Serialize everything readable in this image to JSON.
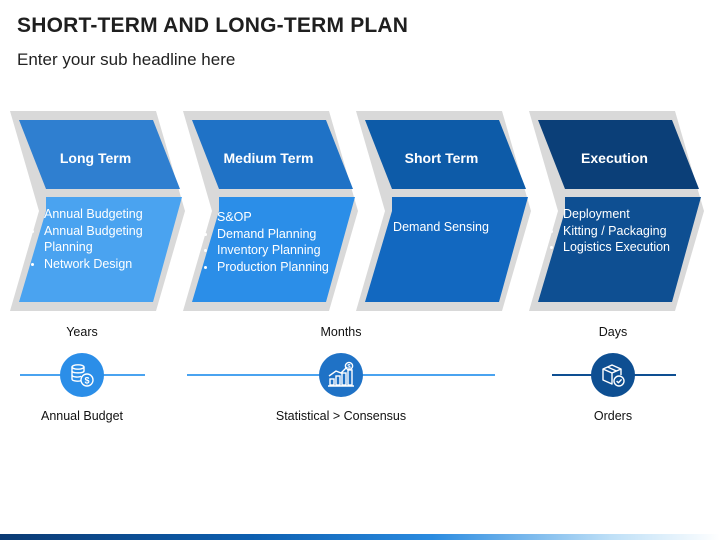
{
  "header": {
    "title": "SHORT-TERM AND LONG-TERM PLAN",
    "subtitle": "Enter your sub headline here"
  },
  "stages": [
    {
      "label": "Long Term",
      "items": [
        "Annual Budgeting",
        "Annual Budgeting Planning",
        "Network  Design"
      ],
      "head_color": "#2f7fd0",
      "body_color": "#4aa3f0"
    },
    {
      "label": "Medium Term",
      "items": [
        "S&OP",
        "Demand Planning",
        "Inventory Planning",
        "Production Planning"
      ],
      "head_color": "#1f72c6",
      "body_color": "#2b8ee8"
    },
    {
      "label": "Short Term",
      "text": "Demand Sensing",
      "head_color": "#0d5ba8",
      "body_color": "#1268c0"
    },
    {
      "label": "Execution",
      "items": [
        "Deployment",
        "Kitting / Packaging",
        "Logistics Execution"
      ],
      "head_color": "#0b3f78",
      "body_color": "#0e4f92"
    }
  ],
  "timeline": [
    {
      "top_label": "Years",
      "bottom_label": "Annual Budget",
      "icon": "coins-dollar-icon",
      "color": "#2b8ee8"
    },
    {
      "top_label": "Months",
      "bottom_label": "Statistical > Consensus",
      "icon": "bar-chart-growth-icon",
      "color": "#1f72c6"
    },
    {
      "top_label": "Days",
      "bottom_label": "Orders",
      "icon": "package-check-icon",
      "color": "#0e4f92"
    }
  ],
  "colors": {
    "chevron_frame": "#d9d9d9",
    "line_light": "#4aa3f0",
    "line_dark": "#0e4f92"
  }
}
